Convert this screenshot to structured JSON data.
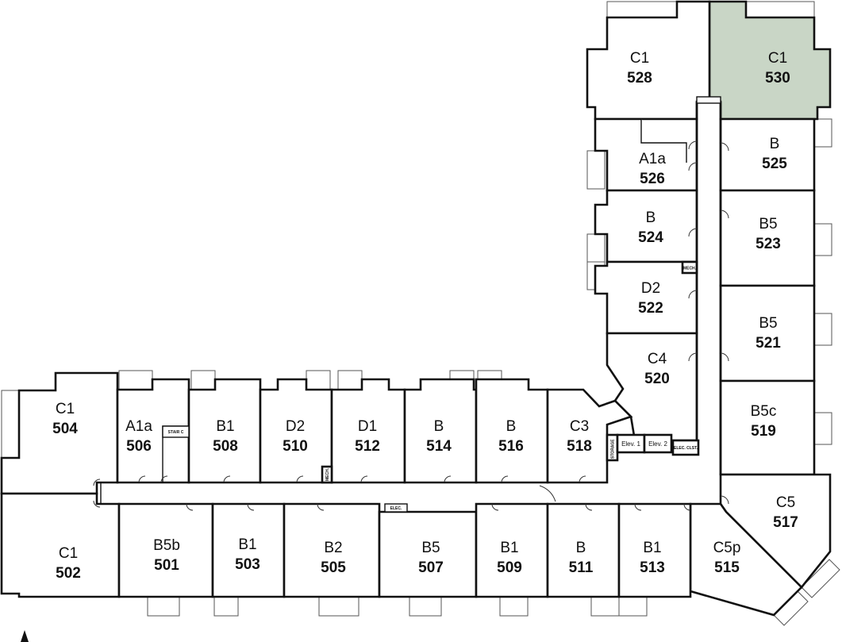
{
  "units": [
    {
      "id": "530",
      "type": "C1",
      "number": "530",
      "highlighted": true
    },
    {
      "id": "528",
      "type": "C1",
      "number": "528"
    },
    {
      "id": "526",
      "type": "A1a",
      "number": "526"
    },
    {
      "id": "525",
      "type": "B",
      "number": "525"
    },
    {
      "id": "524",
      "type": "B",
      "number": "524"
    },
    {
      "id": "523",
      "type": "B5",
      "number": "523"
    },
    {
      "id": "522",
      "type": "D2",
      "number": "522"
    },
    {
      "id": "521",
      "type": "B5",
      "number": "521"
    },
    {
      "id": "520",
      "type": "C4",
      "number": "520"
    },
    {
      "id": "519",
      "type": "B5c",
      "number": "519"
    },
    {
      "id": "517",
      "type": "C5",
      "number": "517"
    },
    {
      "id": "515",
      "type": "C5p",
      "number": "515"
    },
    {
      "id": "504",
      "type": "C1",
      "number": "504"
    },
    {
      "id": "506",
      "type": "A1a",
      "number": "506"
    },
    {
      "id": "508",
      "type": "B1",
      "number": "508"
    },
    {
      "id": "510",
      "type": "D2",
      "number": "510"
    },
    {
      "id": "512",
      "type": "D1",
      "number": "512"
    },
    {
      "id": "514",
      "type": "B",
      "number": "514"
    },
    {
      "id": "516",
      "type": "B",
      "number": "516"
    },
    {
      "id": "518",
      "type": "C3",
      "number": "518"
    },
    {
      "id": "502",
      "type": "C1",
      "number": "502"
    },
    {
      "id": "501",
      "type": "B5b",
      "number": "501"
    },
    {
      "id": "503",
      "type": "B1",
      "number": "503"
    },
    {
      "id": "505",
      "type": "B2",
      "number": "505"
    },
    {
      "id": "507",
      "type": "B5",
      "number": "507"
    },
    {
      "id": "509",
      "type": "B1",
      "number": "509"
    },
    {
      "id": "511",
      "type": "B",
      "number": "511"
    },
    {
      "id": "513",
      "type": "B1",
      "number": "513"
    }
  ],
  "service": {
    "stair_c": "STAIR C",
    "mech_1": "MECH.",
    "mech_2": "MECH.",
    "elec": "ELEC.",
    "elev_1": "Elev. 1",
    "elev_2": "Elev. 2",
    "elec_clst": "ELEC. CLST.",
    "storage": "STORAGE"
  },
  "colors": {
    "highlight": "#c9d6c6",
    "walls": "#111111",
    "background": "#ffffff"
  },
  "icons": {
    "north_arrow": "north-arrow-icon"
  }
}
